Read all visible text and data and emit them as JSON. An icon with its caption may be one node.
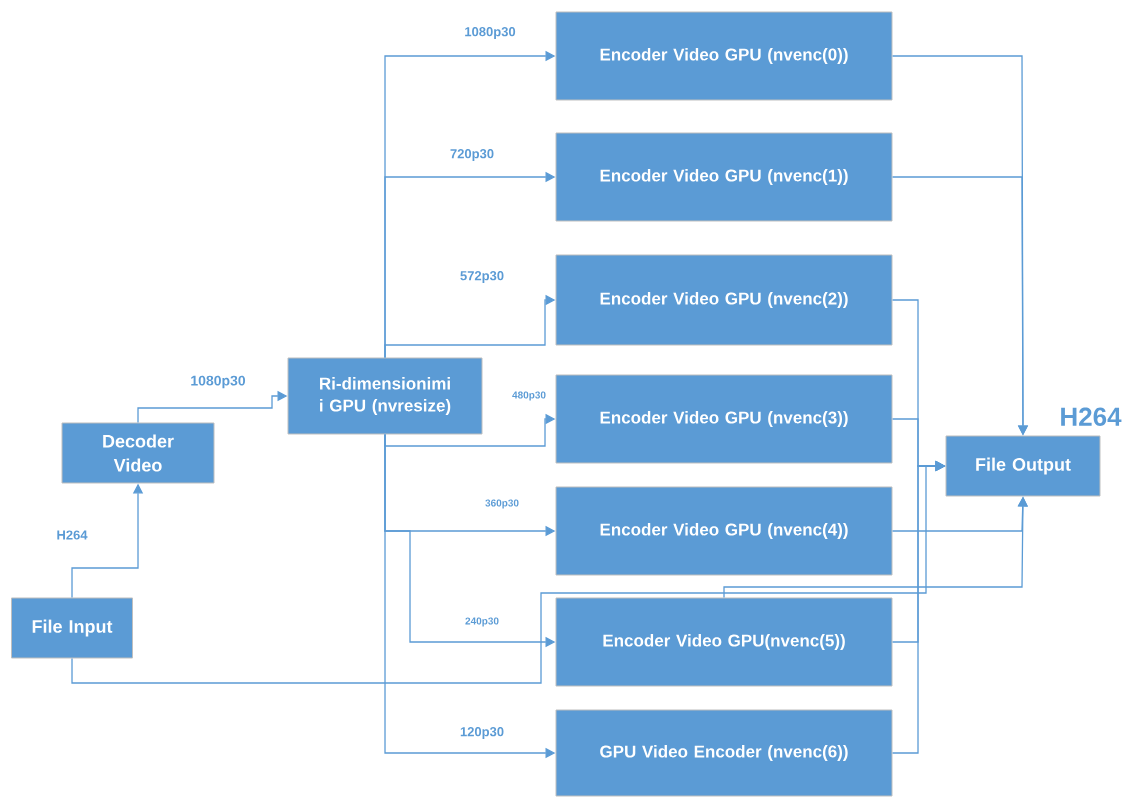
{
  "diagram": {
    "nodes": [
      {
        "text": [
          "File Input"
        ]
      },
      {
        "text": [
          "Decoder Video"
        ]
      },
      {
        "text": [
          "Ri-dimensionimi i GPU (nvresize)"
        ]
      },
      {
        "text": [
          "Encoder Video GPU (nvenc(0))"
        ]
      },
      {
        "text": [
          "Encoder Video GPU (nvenc(1))"
        ]
      },
      {
        "text": [
          "Encoder Video GPU (nvenc(2))"
        ]
      },
      {
        "text": [
          "Encoder Video GPU (nvenc(3))"
        ]
      },
      {
        "text": [
          "Encoder Video GPU (nvenc(4))"
        ]
      },
      {
        "text": [
          "Encoder Video GPU(nvenc(5))"
        ]
      },
      {
        "text": [
          "GPU Video Encoder (nvenc(6))"
        ]
      },
      {
        "text": [
          "File Output"
        ],
        "beside": [
          "H264"
        ]
      }
    ],
    "edges": [
      {
        "from": 0,
        "to": 1,
        "arrow": "to",
        "label": "H264"
      },
      {
        "from": 1,
        "to": 2,
        "arrow": "to",
        "label": "1080p30"
      },
      {
        "from": 2,
        "to": 3,
        "arrow": "to",
        "label": "1080p30"
      },
      {
        "from": 2,
        "to": 4,
        "arrow": "to",
        "label": "720p30"
      },
      {
        "from": 2,
        "to": 5,
        "arrow": "to",
        "label": "572p30"
      },
      {
        "from": 2,
        "to": 6,
        "arrow": "to",
        "label": "480p30"
      },
      {
        "from": 2,
        "to": 7,
        "arrow": "to",
        "label": "360p30"
      },
      {
        "from": 2,
        "to": 8,
        "arrow": "to",
        "label": "240p30"
      },
      {
        "from": 2,
        "to": 9,
        "arrow": "to",
        "label": "120p30"
      },
      {
        "from": 3,
        "to": 10,
        "arrow": "to"
      },
      {
        "from": 4,
        "to": 10,
        "arrow": "to"
      },
      {
        "from": 5,
        "to": 10,
        "arrow": "to"
      },
      {
        "from": 6,
        "to": 10,
        "arrow": "to"
      },
      {
        "from": 7,
        "to": 10,
        "arrow": "to"
      },
      {
        "from": 8,
        "to": 10,
        "arrow": "to"
      },
      {
        "from": 9,
        "to": 10,
        "arrow": "to"
      },
      {
        "from": 0,
        "to": 10,
        "arrow": "to"
      },
      {
        "from": 8,
        "to": 10,
        "arrow": "to"
      }
    ]
  }
}
